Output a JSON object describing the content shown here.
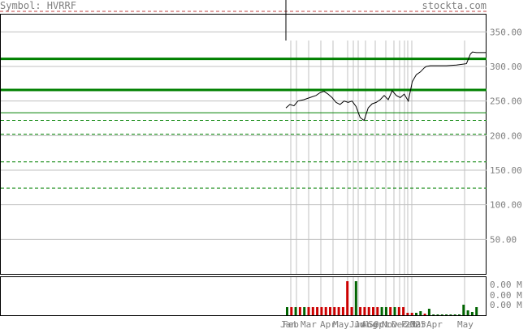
{
  "header": {
    "symbol_label": "Symbol: HVRRF",
    "site_label": "stockta.com"
  },
  "chart_data": {
    "type": "line",
    "title": "",
    "xlabel": "",
    "ylabel": "",
    "ylim": [
      0,
      375
    ],
    "yticks": [
      50,
      100,
      150,
      200,
      250,
      300,
      350
    ],
    "ytick_labels": [
      "50.00",
      "100.00",
      "150.00",
      "200.00",
      "250.00",
      "300.00",
      "350.00"
    ],
    "price_series": {
      "t": [
        0.0,
        0.02,
        0.04,
        0.06,
        0.09,
        0.12,
        0.15,
        0.17,
        0.19,
        0.21,
        0.23,
        0.25,
        0.27,
        0.29,
        0.31,
        0.33,
        0.35,
        0.37,
        0.39,
        0.41,
        0.43,
        0.45,
        0.47,
        0.49,
        0.51,
        0.53,
        0.55,
        0.57,
        0.59,
        0.61,
        0.63,
        0.65,
        0.67,
        0.69,
        0.7,
        0.72,
        0.73,
        0.75,
        0.8,
        0.85,
        0.9,
        0.92,
        0.93,
        0.95,
        0.97,
        1.0
      ],
      "values": [
        240,
        245,
        243,
        250,
        252,
        255,
        258,
        262,
        264,
        260,
        255,
        248,
        245,
        250,
        248,
        250,
        242,
        226,
        222,
        240,
        246,
        248,
        252,
        258,
        252,
        265,
        258,
        255,
        260,
        250,
        278,
        288,
        292,
        298,
        300,
        301,
        301,
        301,
        301,
        302,
        304,
        318,
        321,
        320,
        320,
        320
      ]
    },
    "support_resistance": {
      "solid": [
        311,
        266,
        233
      ],
      "dashed": [
        396,
        222,
        202,
        162,
        124
      ]
    },
    "x_tick_labels": [
      "Jan",
      "Feb",
      "Mar",
      "Apr",
      "May",
      "Jun",
      "Jul",
      "Aug",
      "Sep",
      "Oct",
      "Nov",
      "Dec",
      "2025",
      "Feb",
      "Mar",
      "Apr",
      "May"
    ],
    "volume": {
      "ytick_labels": [
        "0.00 M",
        "0.00 M",
        "0.00 M"
      ],
      "bars": [
        {
          "v": 1,
          "c": "up"
        },
        {
          "v": 1,
          "c": "down"
        },
        {
          "v": 1,
          "c": "up"
        },
        {
          "v": 1,
          "c": "down"
        },
        {
          "v": 1,
          "c": "up"
        },
        {
          "v": 1,
          "c": "down"
        },
        {
          "v": 1,
          "c": "down"
        },
        {
          "v": 1,
          "c": "down"
        },
        {
          "v": 1,
          "c": "down"
        },
        {
          "v": 1,
          "c": "down"
        },
        {
          "v": 1,
          "c": "down"
        },
        {
          "v": 1,
          "c": "down"
        },
        {
          "v": 1,
          "c": "down"
        },
        {
          "v": 1,
          "c": "down"
        },
        {
          "v": 4.2,
          "c": "down"
        },
        {
          "v": 1,
          "c": "down"
        },
        {
          "v": 4.2,
          "c": "up"
        },
        {
          "v": 1,
          "c": "down"
        },
        {
          "v": 1,
          "c": "down"
        },
        {
          "v": 1,
          "c": "down"
        },
        {
          "v": 1,
          "c": "down"
        },
        {
          "v": 1,
          "c": "down"
        },
        {
          "v": 1,
          "c": "up"
        },
        {
          "v": 1,
          "c": "up"
        },
        {
          "v": 1,
          "c": "down"
        },
        {
          "v": 1,
          "c": "up"
        },
        {
          "v": 1,
          "c": "down"
        },
        {
          "v": 1,
          "c": "down"
        },
        {
          "v": 0.3,
          "c": "down"
        },
        {
          "v": 0.3,
          "c": "down"
        },
        {
          "v": 0.3,
          "c": "up"
        },
        {
          "v": 0.5,
          "c": "up"
        },
        {
          "v": 0.2,
          "c": "down"
        },
        {
          "v": 0.8,
          "c": "up"
        },
        {
          "v": 0.1,
          "c": "up"
        },
        {
          "v": 0.1,
          "c": "up"
        },
        {
          "v": 0.1,
          "c": "up"
        },
        {
          "v": 0.1,
          "c": "up"
        },
        {
          "v": 0.1,
          "c": "up"
        },
        {
          "v": 0.1,
          "c": "up"
        },
        {
          "v": 0.1,
          "c": "up"
        },
        {
          "v": 1.3,
          "c": "up"
        },
        {
          "v": 0.6,
          "c": "up"
        },
        {
          "v": 0.4,
          "c": "up"
        },
        {
          "v": 1.0,
          "c": "up"
        }
      ]
    }
  },
  "colors": {
    "price_line": "#000000",
    "support_line": "#008000",
    "volume_up": "#006400",
    "volume_down": "#cc0000",
    "grid": "#c0c0c0",
    "text": "#7f7f7f",
    "header_dashed": "#c04040"
  }
}
